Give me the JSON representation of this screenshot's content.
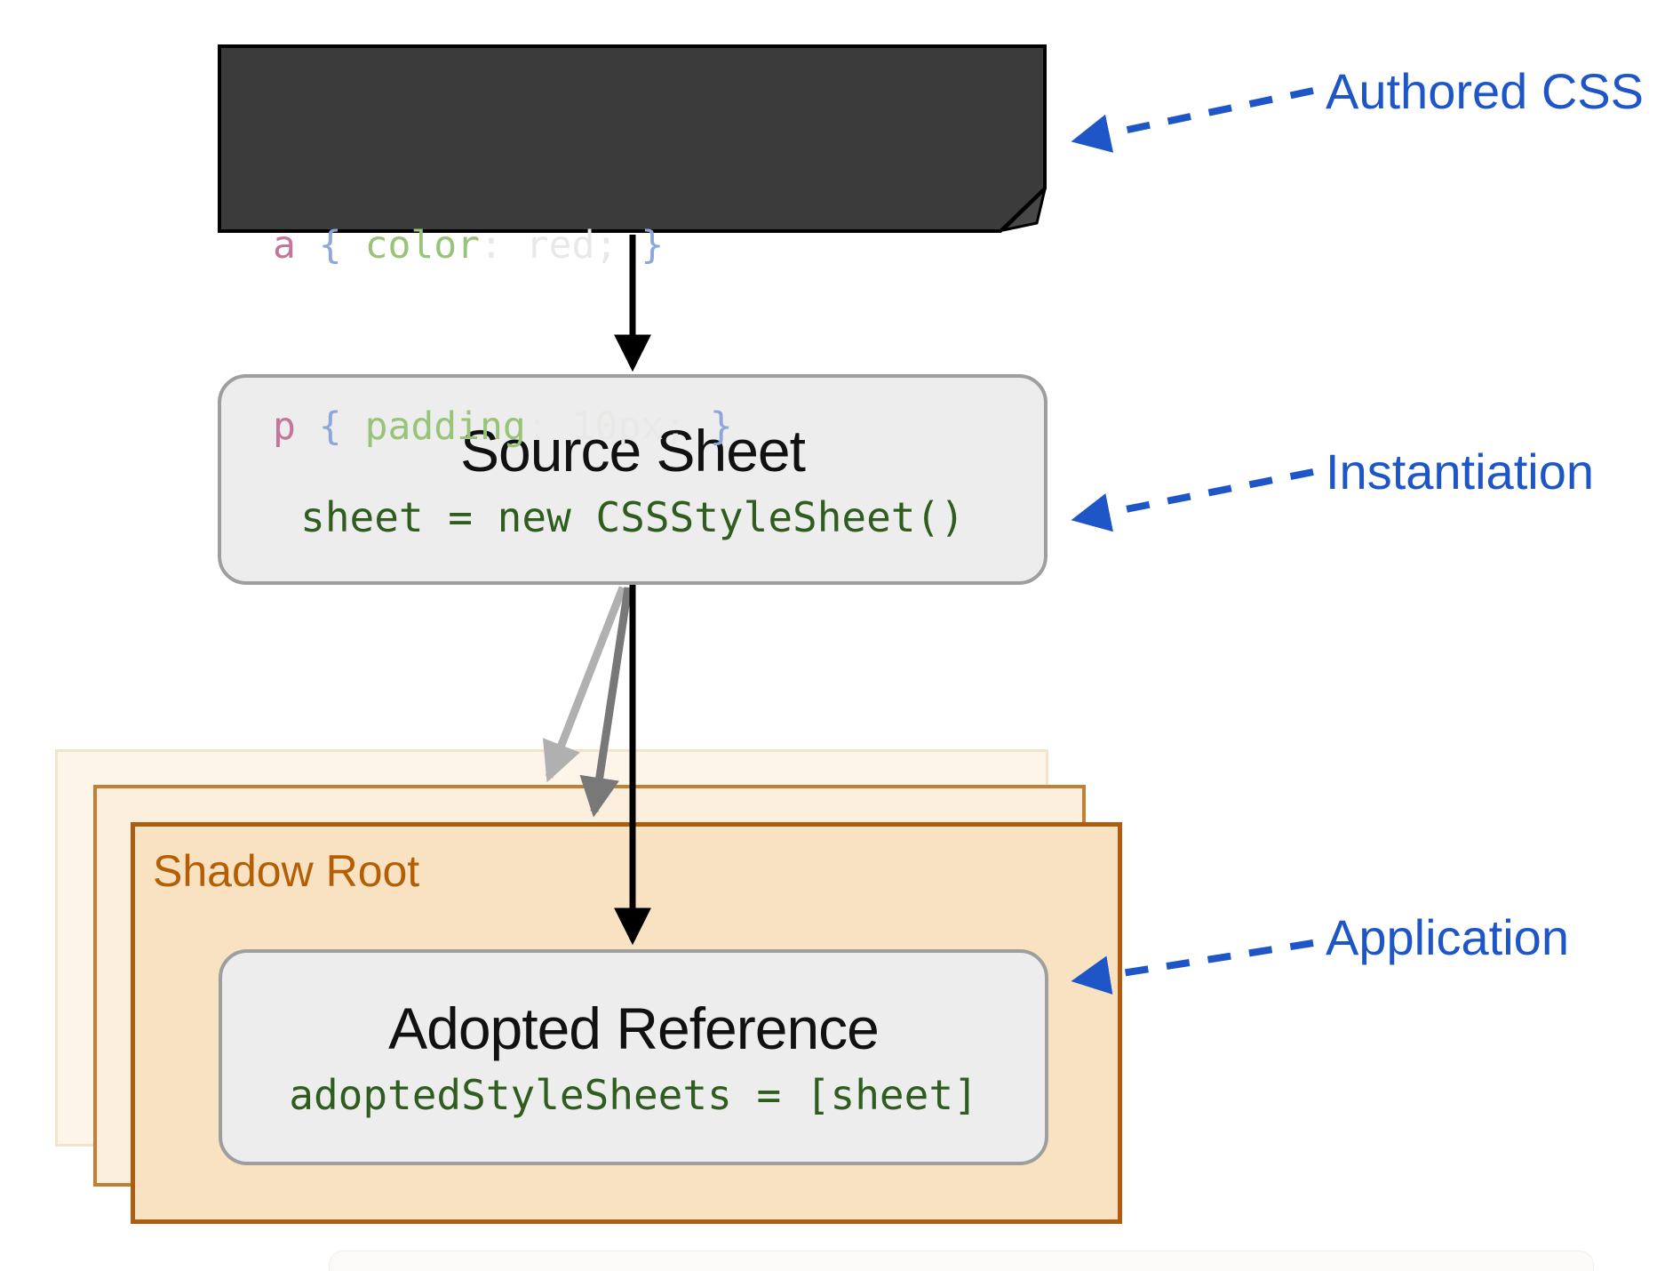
{
  "authored_css": {
    "lines": [
      {
        "selector": "a",
        "brace_open": " { ",
        "property": "color",
        "value": ": red; ",
        "brace_close": "}"
      },
      {
        "selector": "p",
        "brace_open": " { ",
        "property": "padding",
        "value": ": 10px; ",
        "brace_close": "}"
      }
    ]
  },
  "source_sheet": {
    "title": "Source Sheet",
    "code": "sheet = new CSSStyleSheet()"
  },
  "shadow_root": {
    "label": "Shadow Root"
  },
  "adopted_reference": {
    "title": "Adopted Reference",
    "code": "adoptedStyleSheets = [sheet]"
  },
  "annotations": {
    "authored": {
      "label": "Authored CSS"
    },
    "instantiation": {
      "label": "Instantiation"
    },
    "application": {
      "label": "Application"
    }
  },
  "colors": {
    "annotation_blue": "#1e56c8",
    "card_background": "#3b3b3b",
    "code_selector_pink": "#c5759a",
    "code_brace_blue": "#8fa7d8",
    "code_property_green": "#98c379",
    "code_value_white": "#e8e8e6",
    "box_code_green": "#2f5d1f",
    "box_fill_gray": "#ededed",
    "box_border_gray": "#9e9e9e",
    "shadow_root_orange": "#b45f06",
    "front_box_fill": "#f9e2c1",
    "mid_box_border": "#c08036",
    "arrow_black": "#000000",
    "arrow_light_gray": "#b0b0b0",
    "arrow_mid_gray": "#787878"
  }
}
